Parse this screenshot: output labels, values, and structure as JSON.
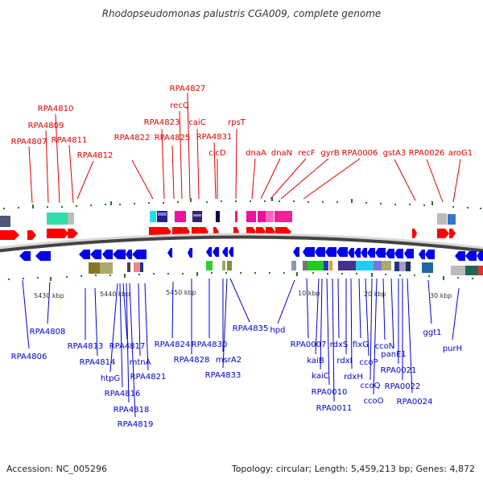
{
  "title": "Rhodopseudomonas palustris CGA009, complete genome",
  "accession": "Accession: NC_005296",
  "summary": "Topology: circular; Length: 5,459,213 bp; Genes: 4,872",
  "colors": {
    "forward": "#ff0000",
    "reverse": "#0000cc",
    "scale": "#227722"
  },
  "scale_labels": [
    "5430 kbp",
    "5440 kbp",
    "5450 kbp",
    "10 kbp",
    "20 kbp",
    "30 kbp"
  ],
  "top_genes": [
    "RPA4807",
    "RPA4809",
    "RPA4810",
    "RPA4811",
    "RPA4812",
    "RPA4822",
    "RPA4823",
    "recQ",
    "RPA4827",
    "RPA4825",
    "caiC",
    "RPA4831",
    "clcD",
    "rpsT",
    "dnaA",
    "dnaN",
    "recF",
    "gyrB",
    "RPA0006",
    "gstA3",
    "RPA0026",
    "aroG1"
  ],
  "bottom_genes": [
    "RPA4806",
    "RPA4808",
    "RPA4813",
    "RPA4814",
    "htpG",
    "RPA4816",
    "RPA4817",
    "RPA4818",
    "RPA4819",
    "mtnA",
    "RPA4821",
    "RPA4824",
    "RPA4828",
    "RPA4830",
    "msrA2",
    "RPA4833",
    "RPA4835",
    "hpd",
    "RPA0007",
    "kaiB",
    "kaiC",
    "rdxS",
    "rdxI",
    "rdxH",
    "RPA0010",
    "RPA0011",
    "fixG",
    "ccoP",
    "ccoQ",
    "ccoO",
    "ccoN",
    "panE1",
    "RPA0021",
    "RPA0022",
    "RPA0024",
    "ggt1",
    "purH"
  ]
}
